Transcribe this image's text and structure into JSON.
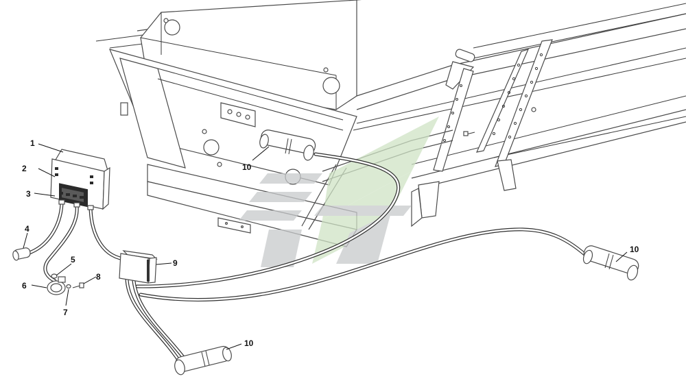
{
  "callouts": {
    "c1": "1",
    "c2": "2",
    "c3": "3",
    "c4": "4",
    "c5": "5",
    "c6": "6",
    "c7": "7",
    "c8": "8",
    "c9": "9",
    "c10a": "10",
    "c10b": "10",
    "c10c": "10"
  },
  "colors": {
    "line": "#3a3a3a",
    "watermark_gray": "#c8cacc",
    "watermark_green": "#cfe3c5",
    "display": "#2a2a2a"
  },
  "icons": [
    "control-unit-icon",
    "junction-box-icon",
    "sensor-icon",
    "clamp-icon",
    "screw-icon",
    "watermark-logo-icon"
  ]
}
